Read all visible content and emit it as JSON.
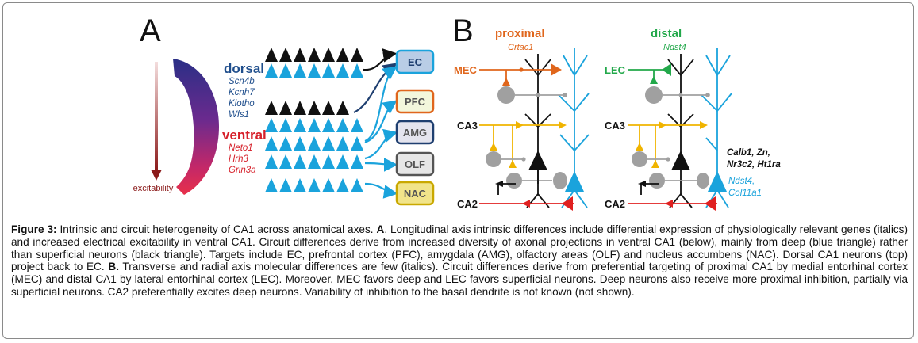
{
  "panel_a": {
    "label": "A",
    "gradient_axis_label": "excitability",
    "dorsal": {
      "title": "dorsal",
      "genes": [
        "Scn4b",
        "Kcnh7",
        "Klotho",
        "Wfs1"
      ]
    },
    "ventral": {
      "title": "ventral",
      "genes": [
        "Neto1",
        "Hrh3",
        "Grin3a"
      ]
    },
    "targets": [
      "EC",
      "PFC",
      "AMG",
      "OLF",
      "NAC"
    ]
  },
  "panel_b": {
    "label": "B",
    "proximal": {
      "title": "proximal",
      "gene": "Crtac1"
    },
    "distal": {
      "title": "distal",
      "gene": "Ndst4"
    },
    "inputs": {
      "mec": "MEC",
      "lec": "LEC",
      "ca3_left": "CA3",
      "ca3_right": "CA3",
      "ca2_left": "CA2",
      "ca2_right": "CA2"
    },
    "superficial_genes": [
      "Calb1, Zn,",
      "Nr3c2, Ht1ra"
    ],
    "deep_genes": [
      "Ndst4,",
      "Col11a1"
    ]
  },
  "caption": {
    "figure_label": "Figure 3:",
    "intro": " Intrinsic and circuit heterogeneity of CA1 across anatomical axes. ",
    "a_label": "A",
    "a_text": ". Longitudinal axis intrinsic differences include differential expression of physiologically relevant genes (italics) and increased electrical excitability in ventral CA1. Circuit differences derive from increased diversity of axonal projections in ventral CA1 (below), mainly from deep (blue triangle) rather than superficial neurons (black triangle). Targets include EC, prefrontal cortex (PFC), amygdala (AMG), olfactory areas (OLF) and nucleus accumbens (NAC). Dorsal CA1 neurons (top) project back to EC. ",
    "b_label": "B.",
    "b_text": " Transverse and radial axis molecular differences are few (italics). Circuit differences derive from preferential targeting of proximal CA1 by medial entorhinal cortex (MEC) and distal CA1 by lateral entorhinal cortex (LEC). Moreover, MEC favors deep and LEC favors superficial neurons. Deep neurons also receive more proximal inhibition, partially via superficial neurons. CA2 preferentially excites deep neurons. Variability of inhibition to the basal dendrite is not known (not shown)."
  },
  "colors": {
    "dorsal_blue": "#1f4e8c",
    "ventral_red": "#d6202a",
    "deep_cyan": "#1aa3dc",
    "mec_orange": "#e0661c",
    "lec_green": "#22a84a",
    "ca3_yellow": "#f0b400",
    "ca2_red": "#e02020",
    "interneuron_gray": "#a0a0a0"
  }
}
